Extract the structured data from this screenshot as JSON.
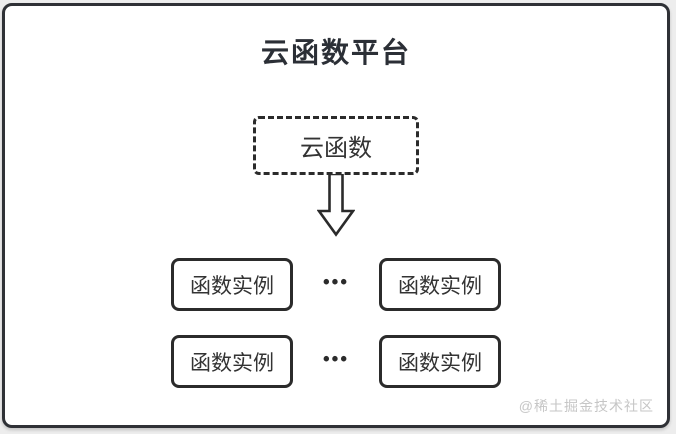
{
  "diagram": {
    "title": "云函数平台",
    "cloud_function": {
      "label": "云函数"
    },
    "instance_rows": [
      {
        "left_label": "函数实例",
        "separator": "•••",
        "right_label": "函数实例"
      },
      {
        "left_label": "函数实例",
        "separator": "•••",
        "right_label": "函数实例"
      }
    ],
    "watermark": "@稀土掘金技术社区"
  },
  "icons": {
    "arrow": "down-arrow-icon"
  },
  "colors": {
    "frame_border": "#2f3136",
    "box_border": "#2b2b2b",
    "text": "#333333",
    "watermark": "#c6c6c6",
    "background": "#ffffff"
  }
}
